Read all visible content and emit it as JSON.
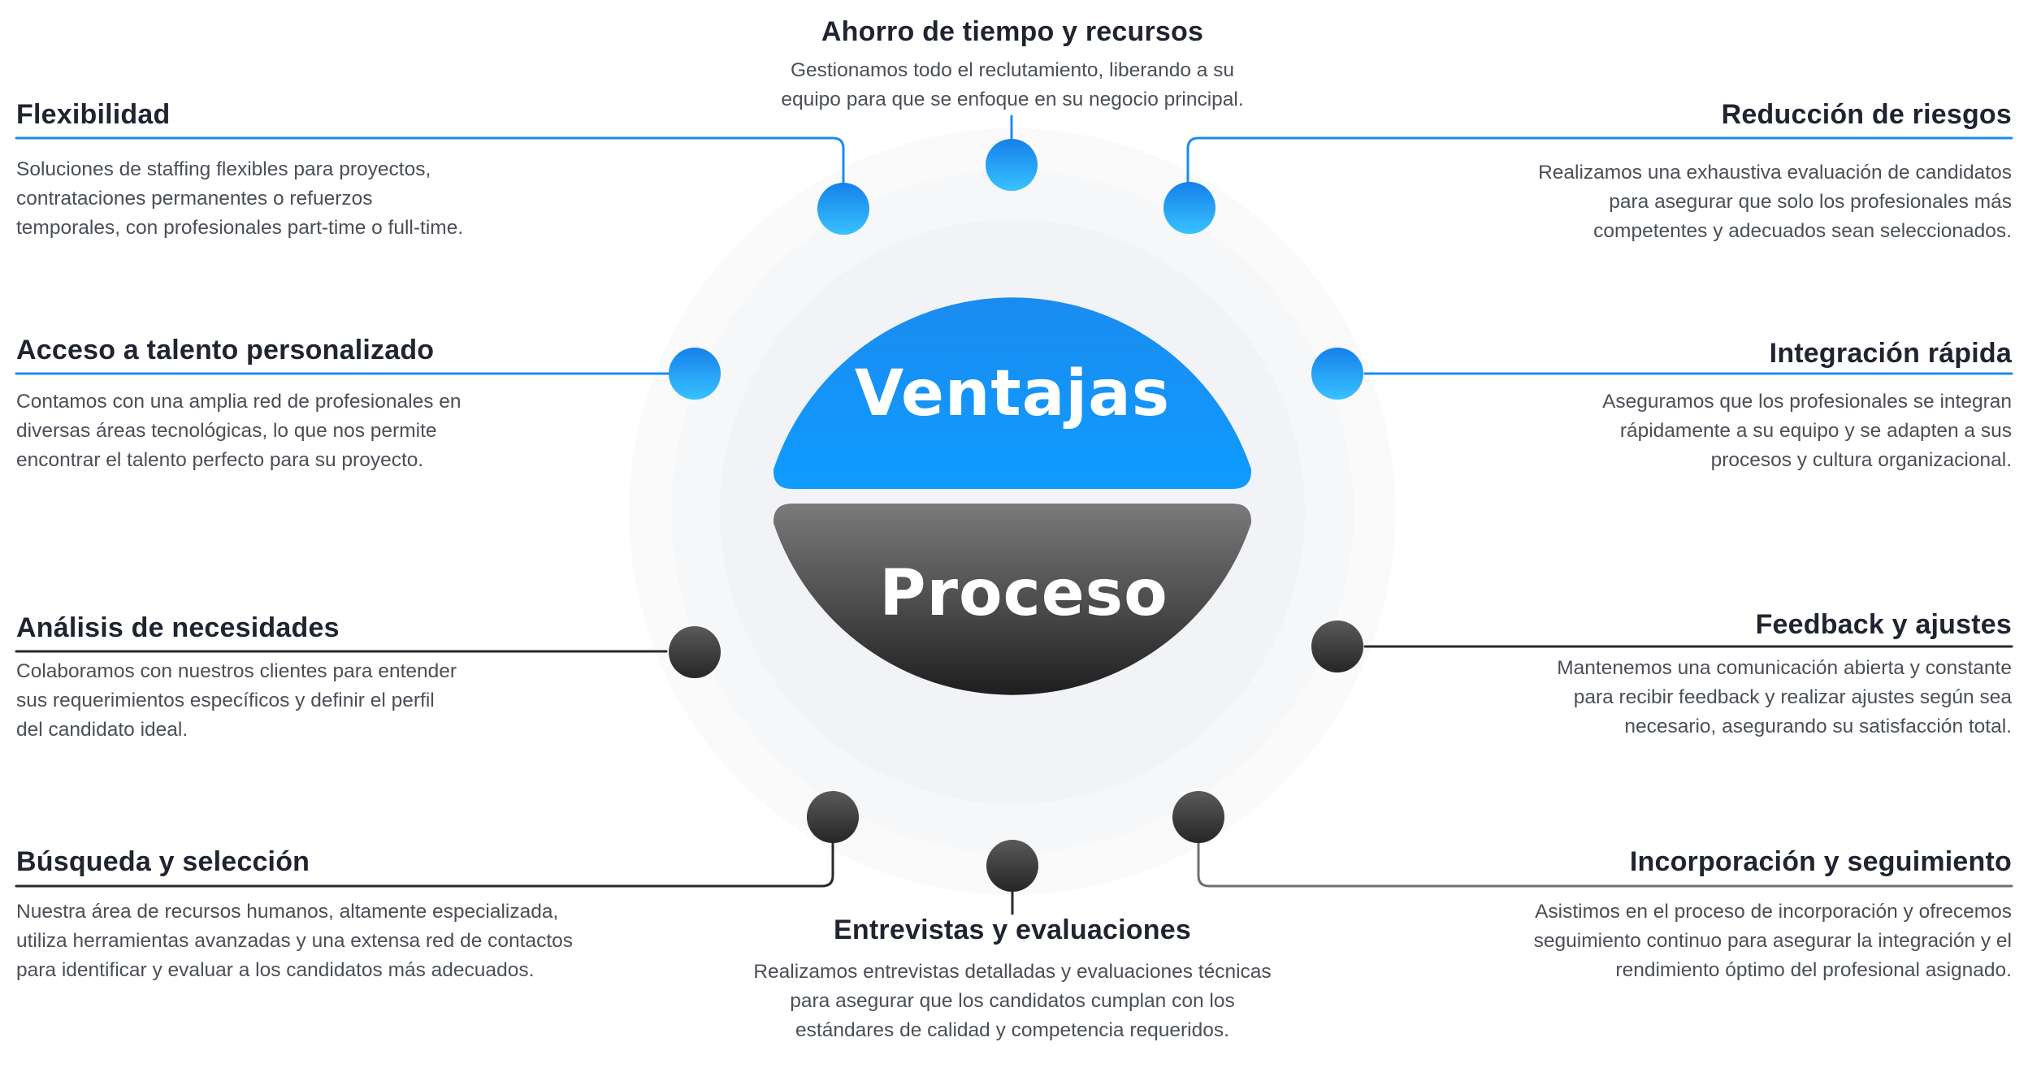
{
  "center": {
    "top_label": "Ventajas",
    "bottom_label": "Proceso"
  },
  "colors": {
    "blue": "#1591f5",
    "blue_light": "#3cb4ff",
    "dark": "#3a3a3a",
    "dark_light": "#6e6e6e",
    "ring": "#f4f5f7",
    "text": "#1f2430"
  },
  "ventajas": {
    "ahorro": {
      "title": "Ahorro de tiempo y recursos",
      "desc": [
        "Gestionamos todo el reclutamiento, liberando a su",
        "equipo para que se enfoque en su negocio principal."
      ]
    },
    "flexibilidad": {
      "title": "Flexibilidad",
      "desc": [
        "Soluciones de staffing flexibles para proyectos,",
        "contrataciones permanentes o refuerzos",
        "temporales, con profesionales part-time o full-time."
      ]
    },
    "reduccion": {
      "title": "Reducción de riesgos",
      "desc": [
        "Realizamos una exhaustiva evaluación de candidatos",
        "para asegurar que solo los profesionales más",
        "competentes y adecuados sean seleccionados."
      ]
    },
    "acceso": {
      "title": "Acceso a talento personalizado",
      "desc": [
        "Contamos con una amplia red de profesionales en",
        "diversas áreas tecnológicas, lo que nos permite",
        "encontrar el talento perfecto para su proyecto."
      ]
    },
    "integracion": {
      "title": "Integración rápida",
      "desc": [
        "Aseguramos que los profesionales se integran",
        "rápidamente a su equipo y se adapten a sus",
        "procesos y cultura organizacional."
      ]
    }
  },
  "proceso": {
    "analisis": {
      "title": "Análisis de necesidades",
      "desc": [
        "Colaboramos con nuestros clientes para entender",
        "sus requerimientos específicos y definir el perfil",
        "del candidato ideal."
      ]
    },
    "feedback": {
      "title": "Feedback y ajustes",
      "desc": [
        "Mantenemos una comunicación abierta y constante",
        "para recibir feedback y realizar ajustes según sea",
        "necesario, asegurando su satisfacción total."
      ]
    },
    "busqueda": {
      "title": "Búsqueda y selección",
      "desc": [
        "Nuestra área de recursos humanos, altamente especializada,",
        "utiliza herramientas avanzadas y una extensa red de contactos",
        "para identificar y evaluar a los candidatos más adecuados."
      ]
    },
    "incorporacion": {
      "title": "Incorporación y seguimiento",
      "desc": [
        "Asistimos en el proceso de incorporación y ofrecemos",
        "seguimiento continuo para asegurar la integración y el",
        "rendimiento óptimo del profesional asignado."
      ]
    },
    "entrevistas": {
      "title": "Entrevistas y evaluaciones",
      "desc": [
        "Realizamos entrevistas detalladas y evaluaciones técnicas",
        "para asegurar que los candidatos cumplan con los",
        "estándares de calidad y competencia requeridos."
      ]
    }
  }
}
